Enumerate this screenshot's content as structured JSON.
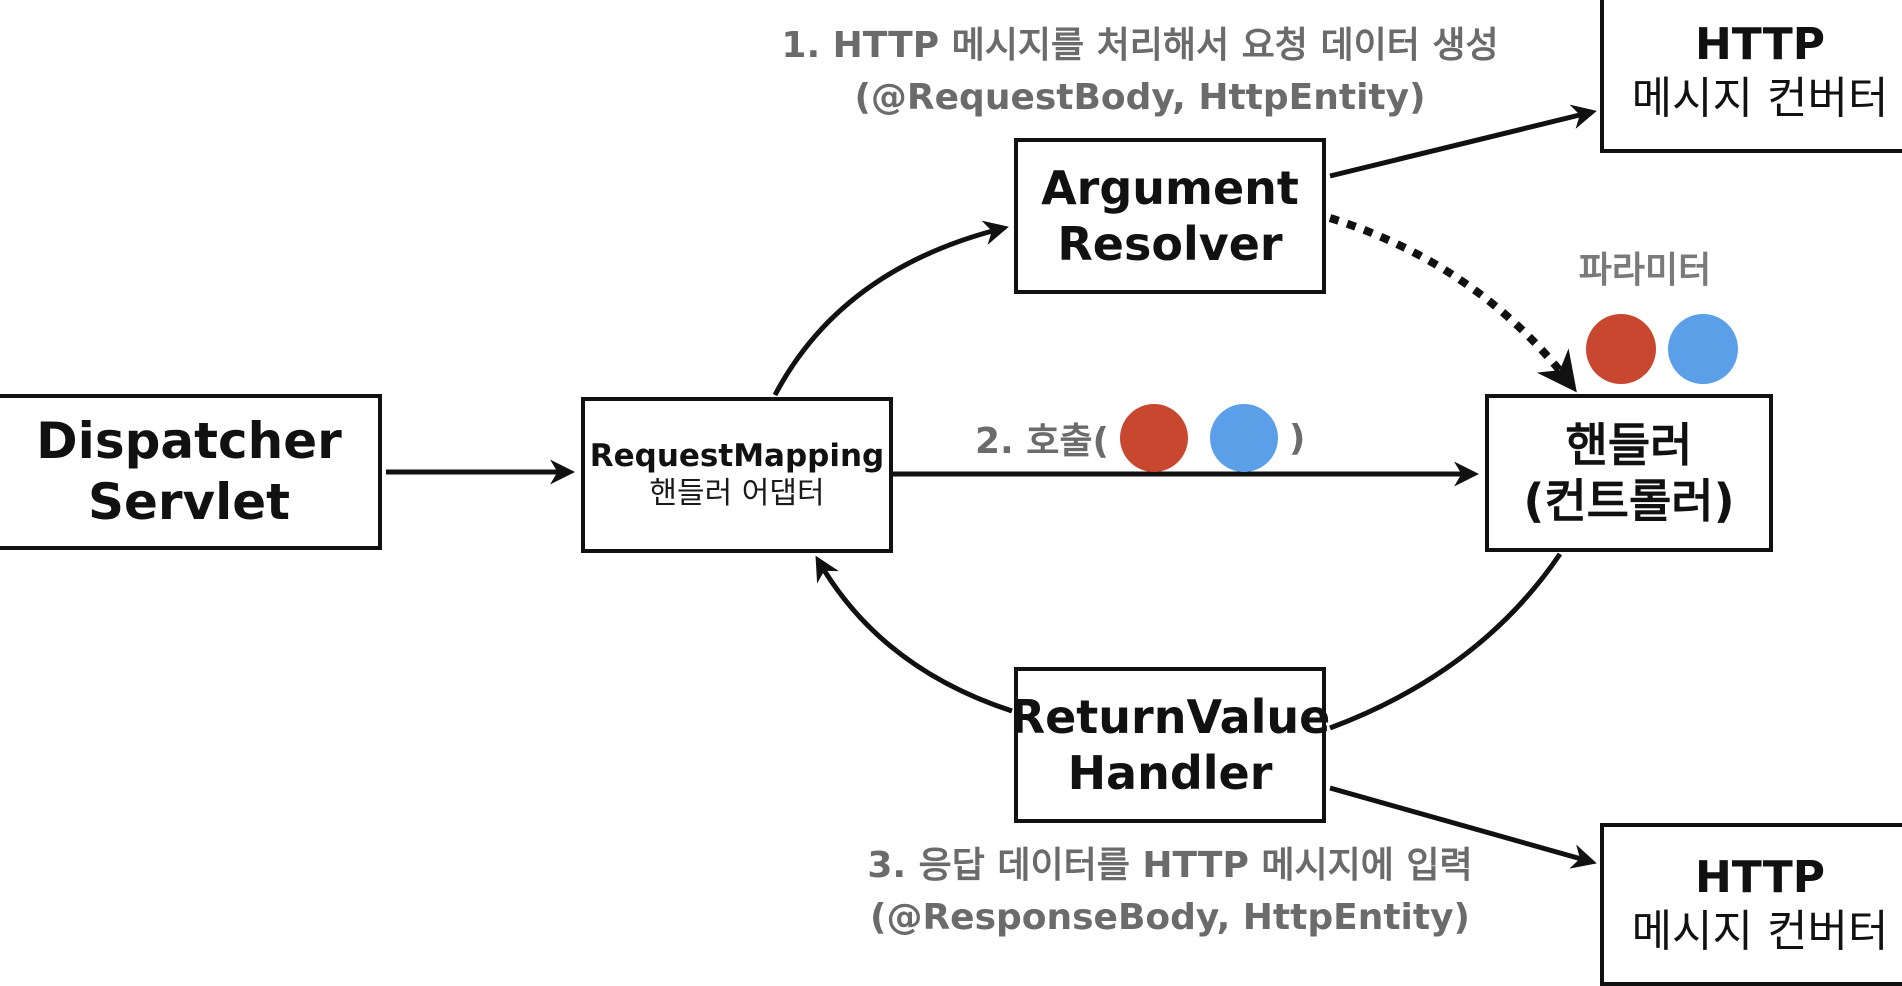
{
  "nodes": {
    "dispatcher": {
      "line1": "Dispatcher",
      "line2": "Servlet"
    },
    "adapter": {
      "line1": "RequestMapping",
      "line2": "핸들러 어댑터"
    },
    "argument_resolver": {
      "line1": "Argument",
      "line2": "Resolver"
    },
    "handler": {
      "line1": "핸들러",
      "line2": "(컨트롤러)"
    },
    "return_value_handler": {
      "line1": "ReturnValue",
      "line2": "Handler"
    },
    "converter_top": {
      "line1": "HTTP",
      "line2": "메시지 컨버터"
    },
    "converter_bottom": {
      "line1": "HTTP",
      "line2": "메시지 컨버터"
    }
  },
  "notes": {
    "step1": {
      "line1": "1. HTTP 메시지를 처리해서 요청 데이터 생성",
      "line2": "(@RequestBody, HttpEntity)"
    },
    "step2": {
      "prefix": "2. 호출(",
      "suffix": ")"
    },
    "step3": {
      "line1": "3. 응답 데이터를 HTTP 메시지에 입력",
      "line2": "(@ResponseBody, HttpEntity)"
    },
    "parameter_label": "파라미터"
  },
  "colors": {
    "param1": "#c8482f",
    "param2": "#5b9fe9",
    "line": "#111111",
    "note_text": "#6b6b6b"
  }
}
